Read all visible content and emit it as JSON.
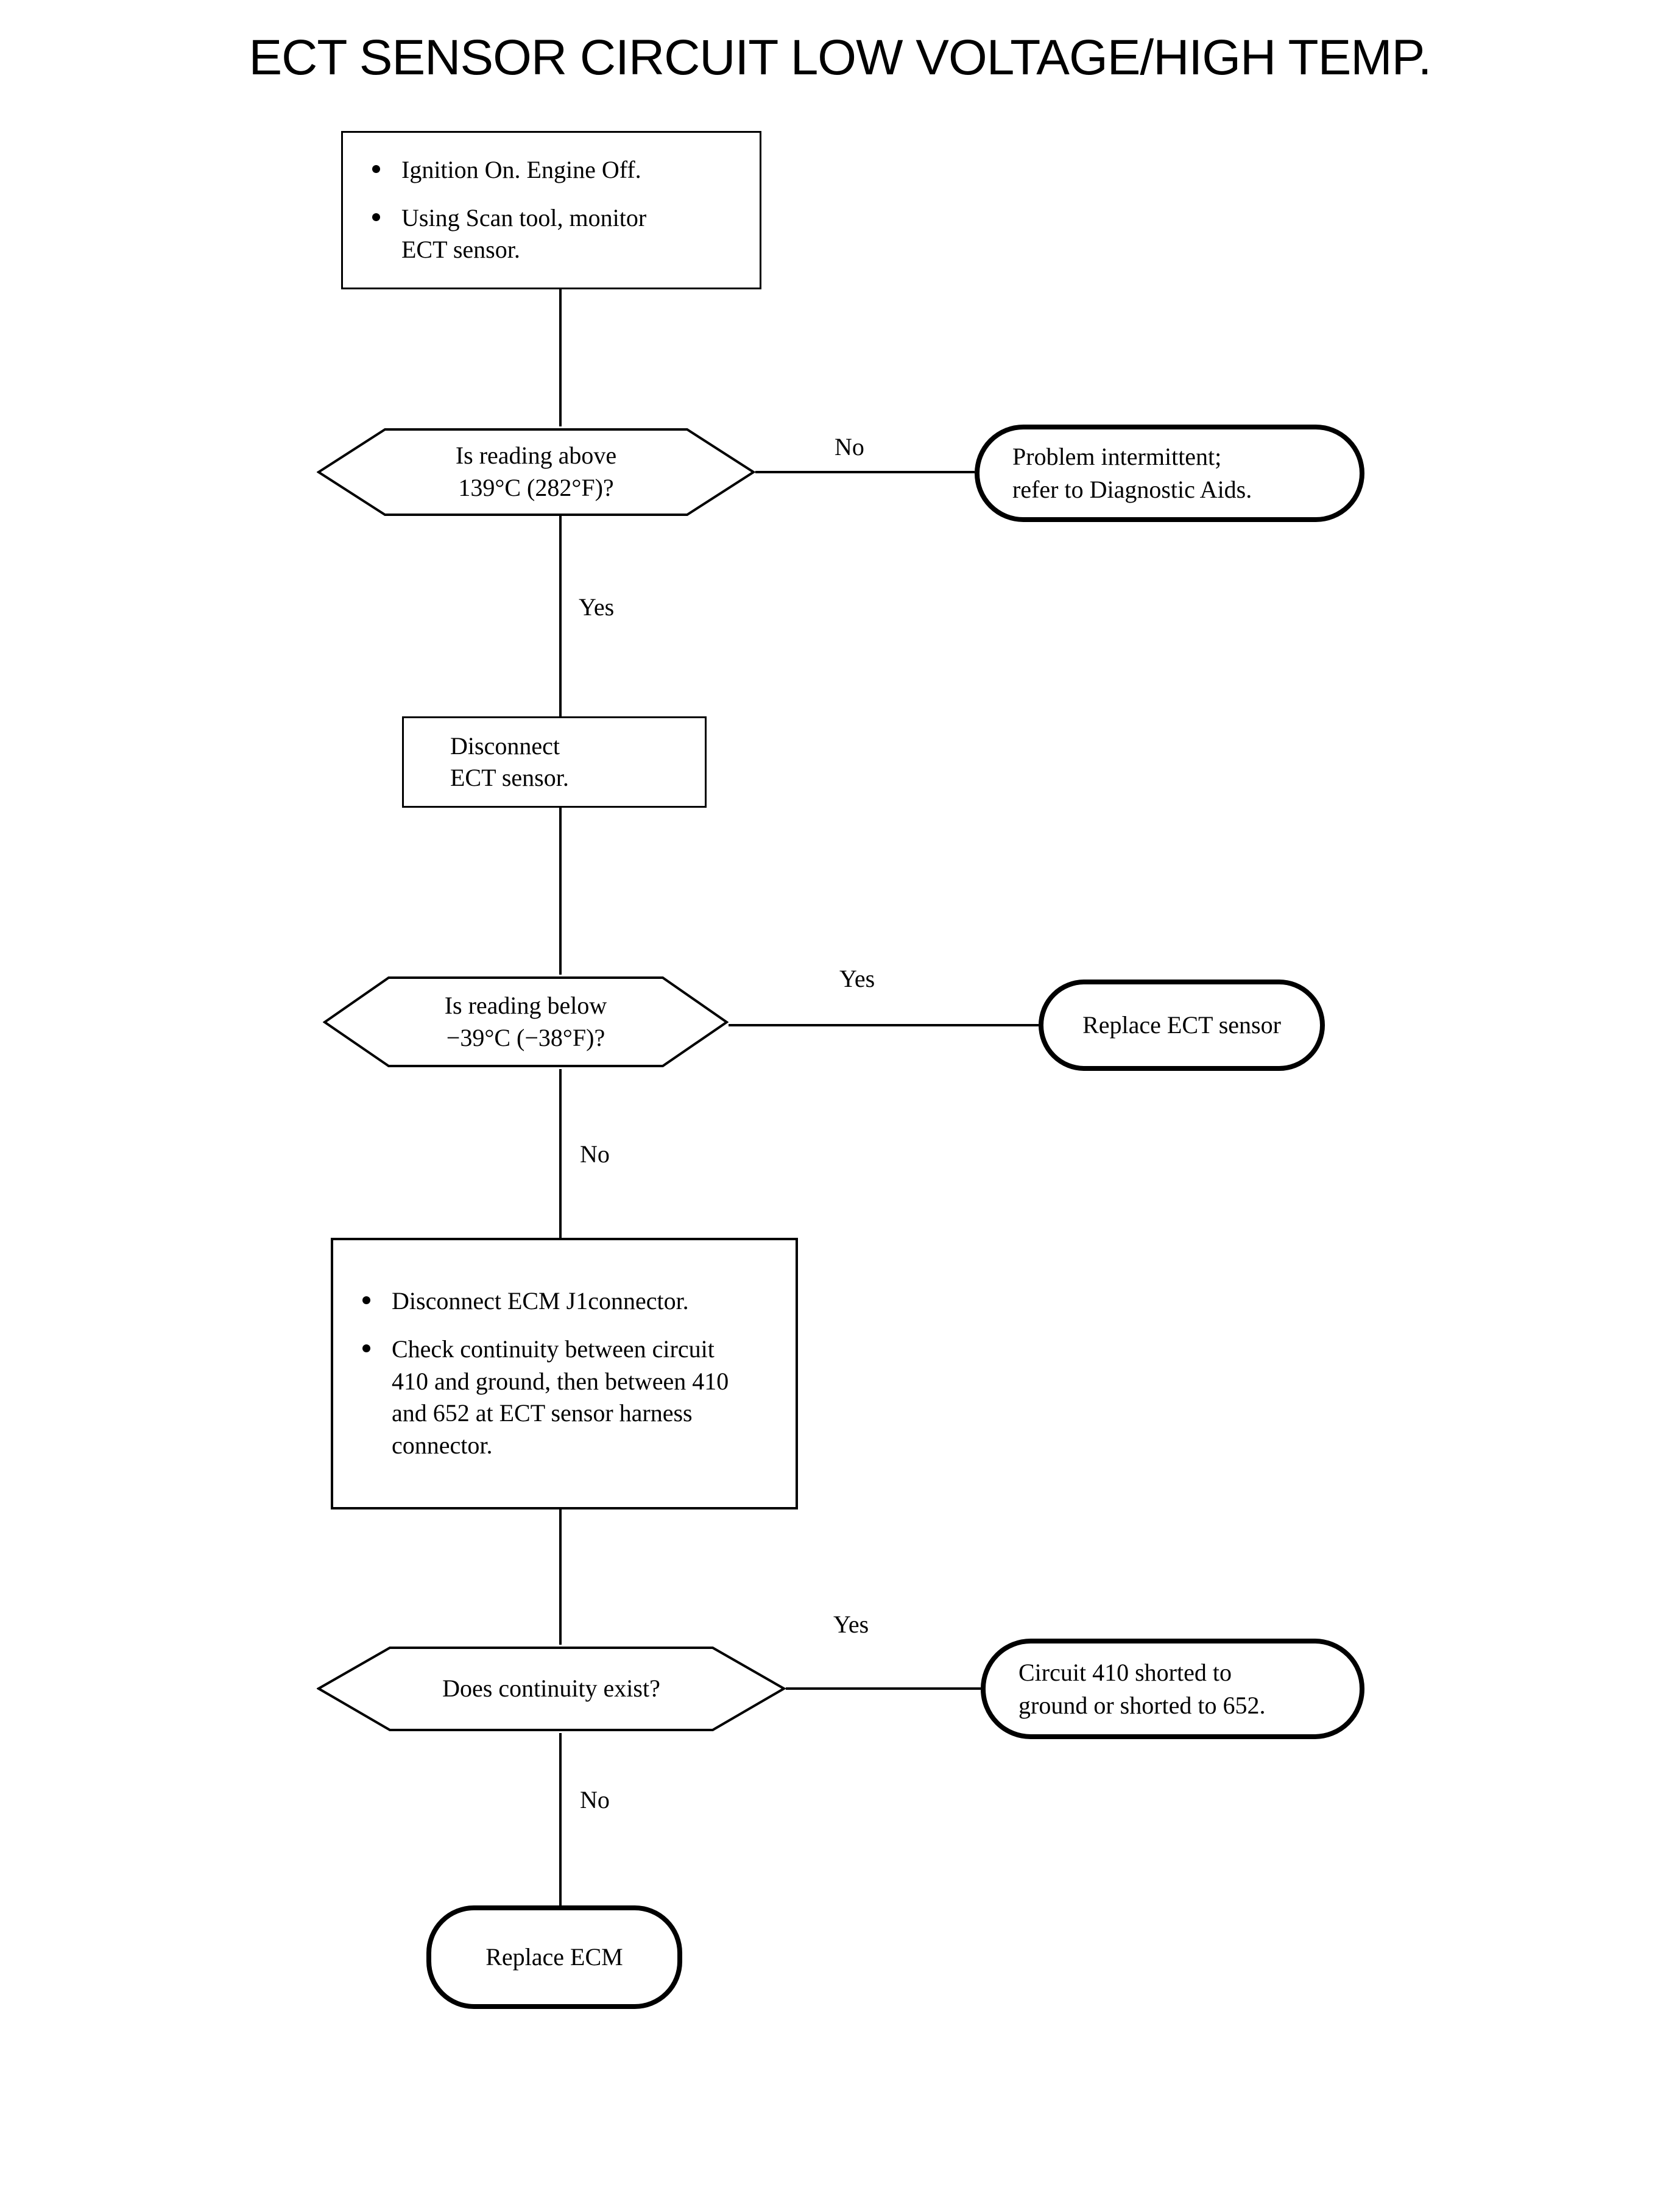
{
  "document": {
    "title": "ECT SENSOR CIRCUIT LOW VOLTAGE/HIGH TEMP."
  },
  "flowchart": {
    "type": "diagnostic-flowchart",
    "nodes": {
      "step1": {
        "shape": "process",
        "bullets": [
          "Ignition On. Engine Off.",
          "Using Scan tool, monitor ECT sensor."
        ]
      },
      "decision1": {
        "shape": "hexagon",
        "line1": "Is reading above",
        "line2": "139°C (282°F)?"
      },
      "outcome1": {
        "shape": "terminator",
        "line1": "Problem intermittent;",
        "line2": "refer to Diagnostic Aids."
      },
      "step2": {
        "shape": "process",
        "line1": "Disconnect",
        "line2": "ECT sensor."
      },
      "decision2": {
        "shape": "hexagon",
        "line1": "Is reading below",
        "line2": "−39°C (−38°F)?"
      },
      "outcome2": {
        "shape": "terminator",
        "line1": "Replace ECT sensor"
      },
      "step3": {
        "shape": "process",
        "bullets": [
          "Disconnect ECM J1connector.",
          "Check continuity between circuit 410 and ground, then between 410 and 652 at ECT sensor harness connector."
        ],
        "bullet2_lines": [
          "Check continuity between",
          "circuit 410 and ground, then",
          "between 410 and 652 at ECT",
          "sensor harness connector."
        ]
      },
      "decision3": {
        "shape": "hexagon",
        "line1": "Does continuity exist?"
      },
      "outcome3": {
        "shape": "terminator",
        "line1": "Circuit 410 shorted to",
        "line2": "ground or shorted to 652."
      },
      "outcome4": {
        "shape": "terminator",
        "line1": "Replace ECM"
      }
    },
    "edge_labels": {
      "d1_no": "No",
      "d1_yes": "Yes",
      "d2_yes": "Yes",
      "d2_no": "No",
      "d3_yes": "Yes",
      "d3_no": "No"
    },
    "colors": {
      "line": "#000000",
      "fill": "#ffffff",
      "text": "#000000",
      "background": "#ffffff"
    }
  }
}
